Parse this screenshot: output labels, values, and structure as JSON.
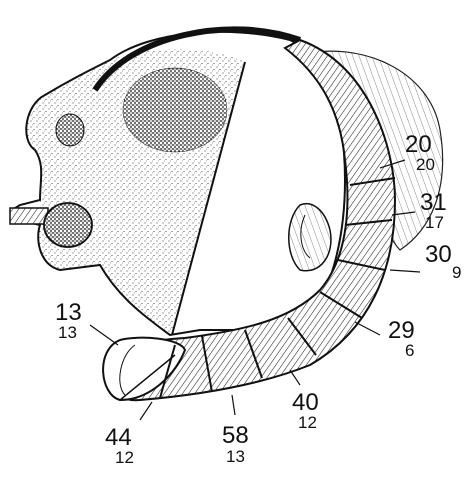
{
  "figure": {
    "segment_labels": [
      {
        "id": "a",
        "upper": "20",
        "lower": "20"
      },
      {
        "id": "b",
        "upper": "31",
        "lower": "17"
      },
      {
        "id": "c",
        "upper": "30",
        "lower": "9"
      },
      {
        "id": "d",
        "upper": "29",
        "lower": "6"
      },
      {
        "id": "e",
        "upper": "40",
        "lower": "12"
      },
      {
        "id": "f",
        "upper": "58",
        "lower": "13"
      },
      {
        "id": "g",
        "upper": "44",
        "lower": "12"
      },
      {
        "id": "h",
        "upper": "13",
        "lower": "13"
      }
    ]
  }
}
